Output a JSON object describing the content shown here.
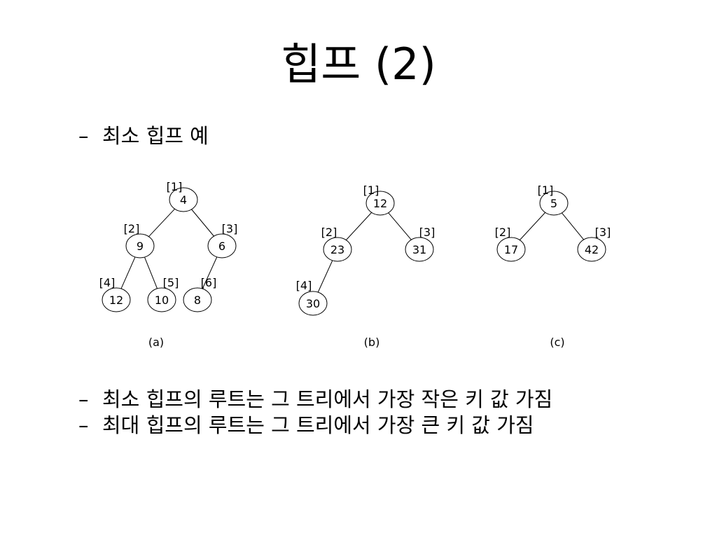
{
  "slide": {
    "title": "힙프 (2)",
    "bullet_dash": "–",
    "bullet_example": "최소 힙프 예",
    "bullet_min_root": "최소 힙프의 루트는 그 트리에서 가장 작은 키 값 가짐",
    "bullet_max_root": "최대 힙프의 루트는 그 트리에서 가장 큰 키 값 가짐"
  },
  "trees": [
    {
      "caption": "(a)",
      "nodes": [
        {
          "index": "[1]",
          "key": "4"
        },
        {
          "index": "[2]",
          "key": "9"
        },
        {
          "index": "[3]",
          "key": "6"
        },
        {
          "index": "[4]",
          "key": "12"
        },
        {
          "index": "[5]",
          "key": "10"
        },
        {
          "index": "[6]",
          "key": "8"
        }
      ]
    },
    {
      "caption": "(b)",
      "nodes": [
        {
          "index": "[1]",
          "key": "12"
        },
        {
          "index": "[2]",
          "key": "23"
        },
        {
          "index": "[3]",
          "key": "31"
        },
        {
          "index": "[4]",
          "key": "30"
        }
      ]
    },
    {
      "caption": "(c)",
      "nodes": [
        {
          "index": "[1]",
          "key": "5"
        },
        {
          "index": "[2]",
          "key": "17"
        },
        {
          "index": "[3]",
          "key": "42"
        }
      ]
    }
  ]
}
